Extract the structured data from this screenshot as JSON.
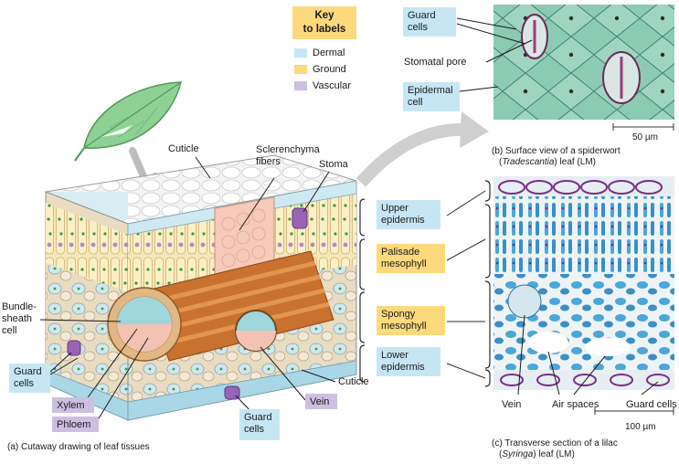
{
  "key": {
    "title_line1": "Key",
    "title_line2": "to labels",
    "items": [
      {
        "label": "Dermal",
        "color": "#c7e6f3"
      },
      {
        "label": "Ground",
        "color": "#fbd97c"
      },
      {
        "label": "Vascular",
        "color": "#cdbfe1"
      }
    ]
  },
  "drawing": {
    "cuticle_top": "Cuticle",
    "sclerenchyma": [
      "Sclerenchyma",
      "fibers"
    ],
    "stoma": "Stoma",
    "bundle_sheath": [
      "Bundle-",
      "sheath",
      "cell"
    ],
    "guard_cells_left": [
      "Guard",
      "cells"
    ],
    "xylem": "Xylem",
    "phloem": "Phloem",
    "vein": "Vein",
    "guard_cells_bottom": [
      "Guard",
      "cells"
    ],
    "cuticle_bottom": "Cuticle",
    "caption": "(a) Cutaway drawing of leaf tissues"
  },
  "layers": {
    "upper_epidermis": [
      "Upper",
      "epidermis"
    ],
    "palisade": [
      "Palisade",
      "mesophyll"
    ],
    "spongy": [
      "Spongy",
      "mesophyll"
    ],
    "lower_epidermis": [
      "Lower",
      "epidermis"
    ]
  },
  "surface_view": {
    "guard_cells": [
      "Guard",
      "cells"
    ],
    "stomatal_pore": "Stomatal pore",
    "epidermal_cell": [
      "Epidermal",
      "cell"
    ],
    "scale": "50 µm",
    "caption_line1": "(b) Surface view of a spiderwort",
    "caption_line2_pre": "(",
    "caption_line2_italic": "Tradescantia",
    "caption_line2_post": ") leaf (LM)"
  },
  "transverse": {
    "vein": "Vein",
    "air_spaces": "Air spaces",
    "guard_cells": "Guard cells",
    "scale": "100 µm",
    "caption_line1": "(c) Transverse section of a lilac",
    "caption_line2_pre": "(",
    "caption_line2_italic": "Syringa",
    "caption_line2_post": ") leaf (LM)"
  }
}
